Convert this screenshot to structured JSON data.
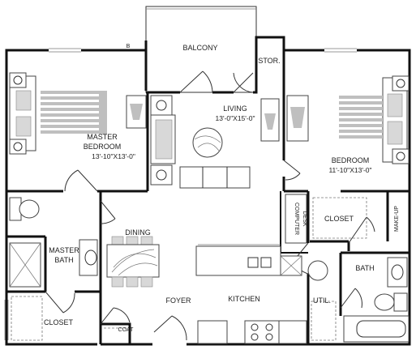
{
  "rooms": {
    "balcony": "BALCONY",
    "storage": "STOR.",
    "b_mark": "B",
    "living": {
      "name": "LIVING",
      "size": "13'-0\"X15'-0\""
    },
    "master_bedroom": {
      "name_line1": "MASTER",
      "name_line2": "BEDROOM",
      "size": "13'-10\"X13'-0\""
    },
    "bedroom": {
      "name": "BEDROOM",
      "size": "11'-10\"X13'-0\""
    },
    "dining": "DINING",
    "master_bath": {
      "line1": "MASTER",
      "line2": "BATH"
    },
    "closet_master": "CLOSET",
    "closet_bedroom": "CLOSET",
    "computer_desk": {
      "line1": "COMPUTER",
      "line2": "DESK"
    },
    "make_up": "MAKE-UP",
    "bath": "BATH",
    "foyer": "FOYER",
    "kitchen": "KITCHEN",
    "utility": "UTIL.",
    "coat": "COAT"
  }
}
